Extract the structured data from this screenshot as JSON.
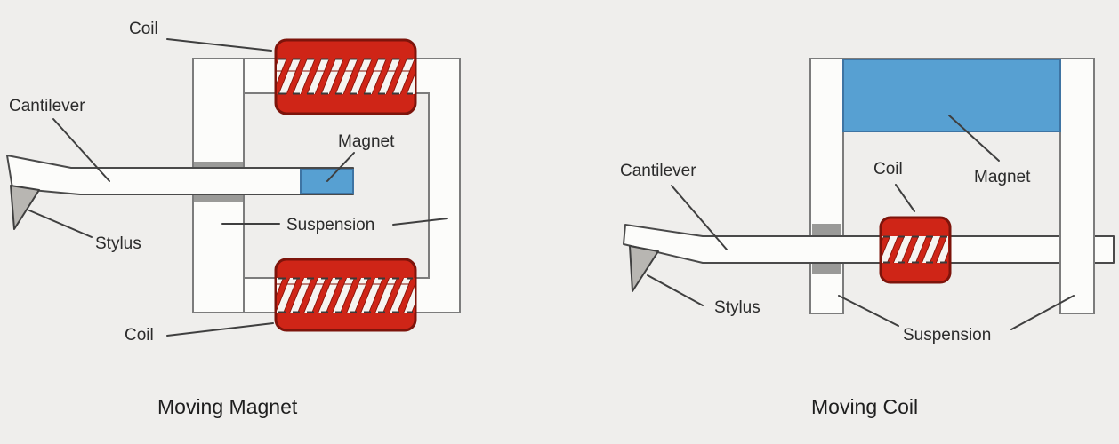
{
  "figure": {
    "type": "diagram",
    "subject": "phono-cartridge-designs",
    "background": "#efeeec",
    "colors": {
      "coil_red": "#cf2517",
      "coil_border": "#7d140b",
      "stripe_white": "#f6f4f1",
      "magnet_blue": "#57a0d2",
      "magnet_border": "#3e74a3",
      "frame_gray": "#7c7c7c",
      "pad_gray": "#9a9a98",
      "shape_white": "#fcfcfa",
      "stylus_gray": "#b8b6b2",
      "leader_dark": "#3f3f3f",
      "text_dark": "#2b2b2b"
    },
    "moving_magnet": {
      "caption": "Moving Magnet",
      "labels": {
        "coil_top": "Coil",
        "cantilever": "Cantilever",
        "magnet": "Magnet",
        "suspension": "Suspension",
        "stylus": "Stylus",
        "coil_bottom": "Coil"
      }
    },
    "moving_coil": {
      "caption": "Moving Coil",
      "labels": {
        "cantilever": "Cantilever",
        "coil": "Coil",
        "magnet": "Magnet",
        "stylus": "Stylus",
        "suspension": "Suspension"
      }
    }
  }
}
